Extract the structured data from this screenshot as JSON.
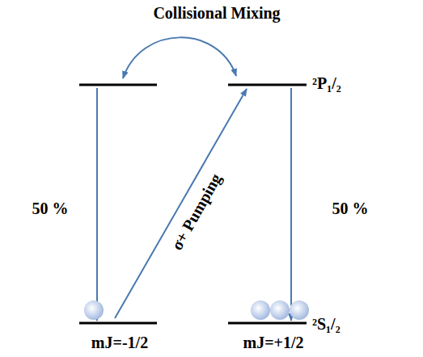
{
  "diagram": {
    "labels": [
      "Collisional Mixing",
      "²P₁/₂",
      "50 %",
      "50 %",
      "σ+ Pumping",
      "²S₁/₂",
      "mJ=-1/2",
      "mJ=+1/2"
    ]
  }
}
